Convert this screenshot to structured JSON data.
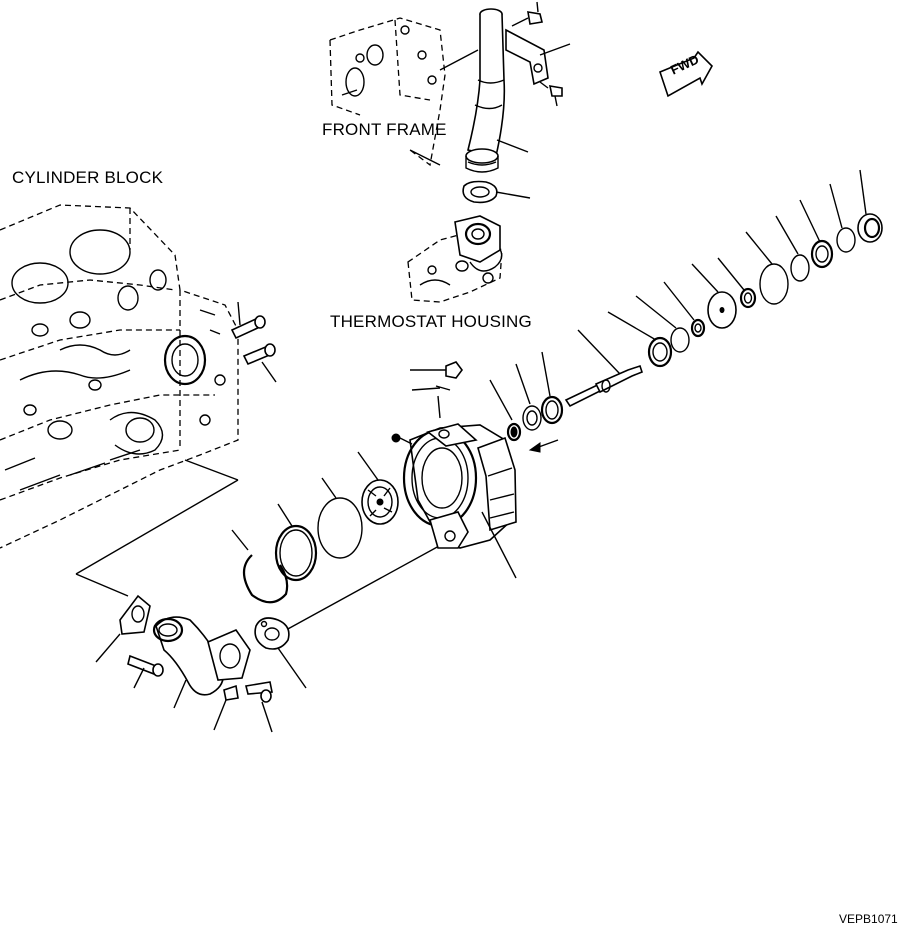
{
  "labels": {
    "front_frame": "FRONT FRAME",
    "cylinder_block": "CYLINDER BLOCK",
    "thermostat_housing": "THERMOSTAT HOUSING",
    "fwd": "FWD",
    "drawing_code": "VEPB1071"
  }
}
